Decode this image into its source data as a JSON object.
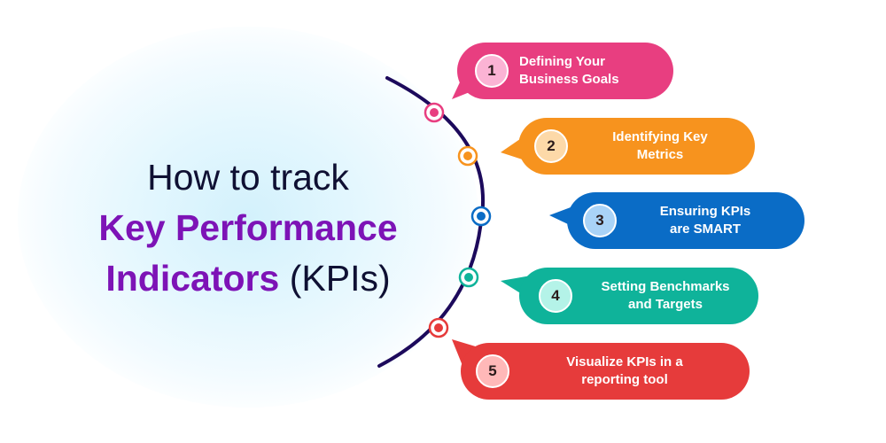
{
  "title": {
    "line1": "How to track",
    "line2": "Key Performance",
    "line3_highlight": "Indicators",
    "line3_rest": "(KPIs)",
    "highlight_color": "#7d13b6",
    "dark_color": "#0f1033"
  },
  "timeline": {
    "arc_color": "#1c0a5c"
  },
  "steps": [
    {
      "number": "1",
      "line1": "Defining Your",
      "line2": "Business Goals",
      "color": "#e83e80",
      "badge_color": "#fbb3d4"
    },
    {
      "number": "2",
      "line1": "Identifying Key",
      "line2": "Metrics",
      "color": "#f7931e",
      "badge_color": "#fdd9a8"
    },
    {
      "number": "3",
      "line1": "Ensuring KPIs",
      "line2": "are SMART",
      "color": "#0a6cc6",
      "badge_color": "#a9d3f7"
    },
    {
      "number": "4",
      "line1": "Setting Benchmarks",
      "line2": "and Targets",
      "color": "#0fb39a",
      "badge_color": "#b4f3e8"
    },
    {
      "number": "5",
      "line1": "Visualize KPIs in a",
      "line2": "reporting tool",
      "color": "#e63b3b",
      "badge_color": "#ffb8b8"
    }
  ]
}
